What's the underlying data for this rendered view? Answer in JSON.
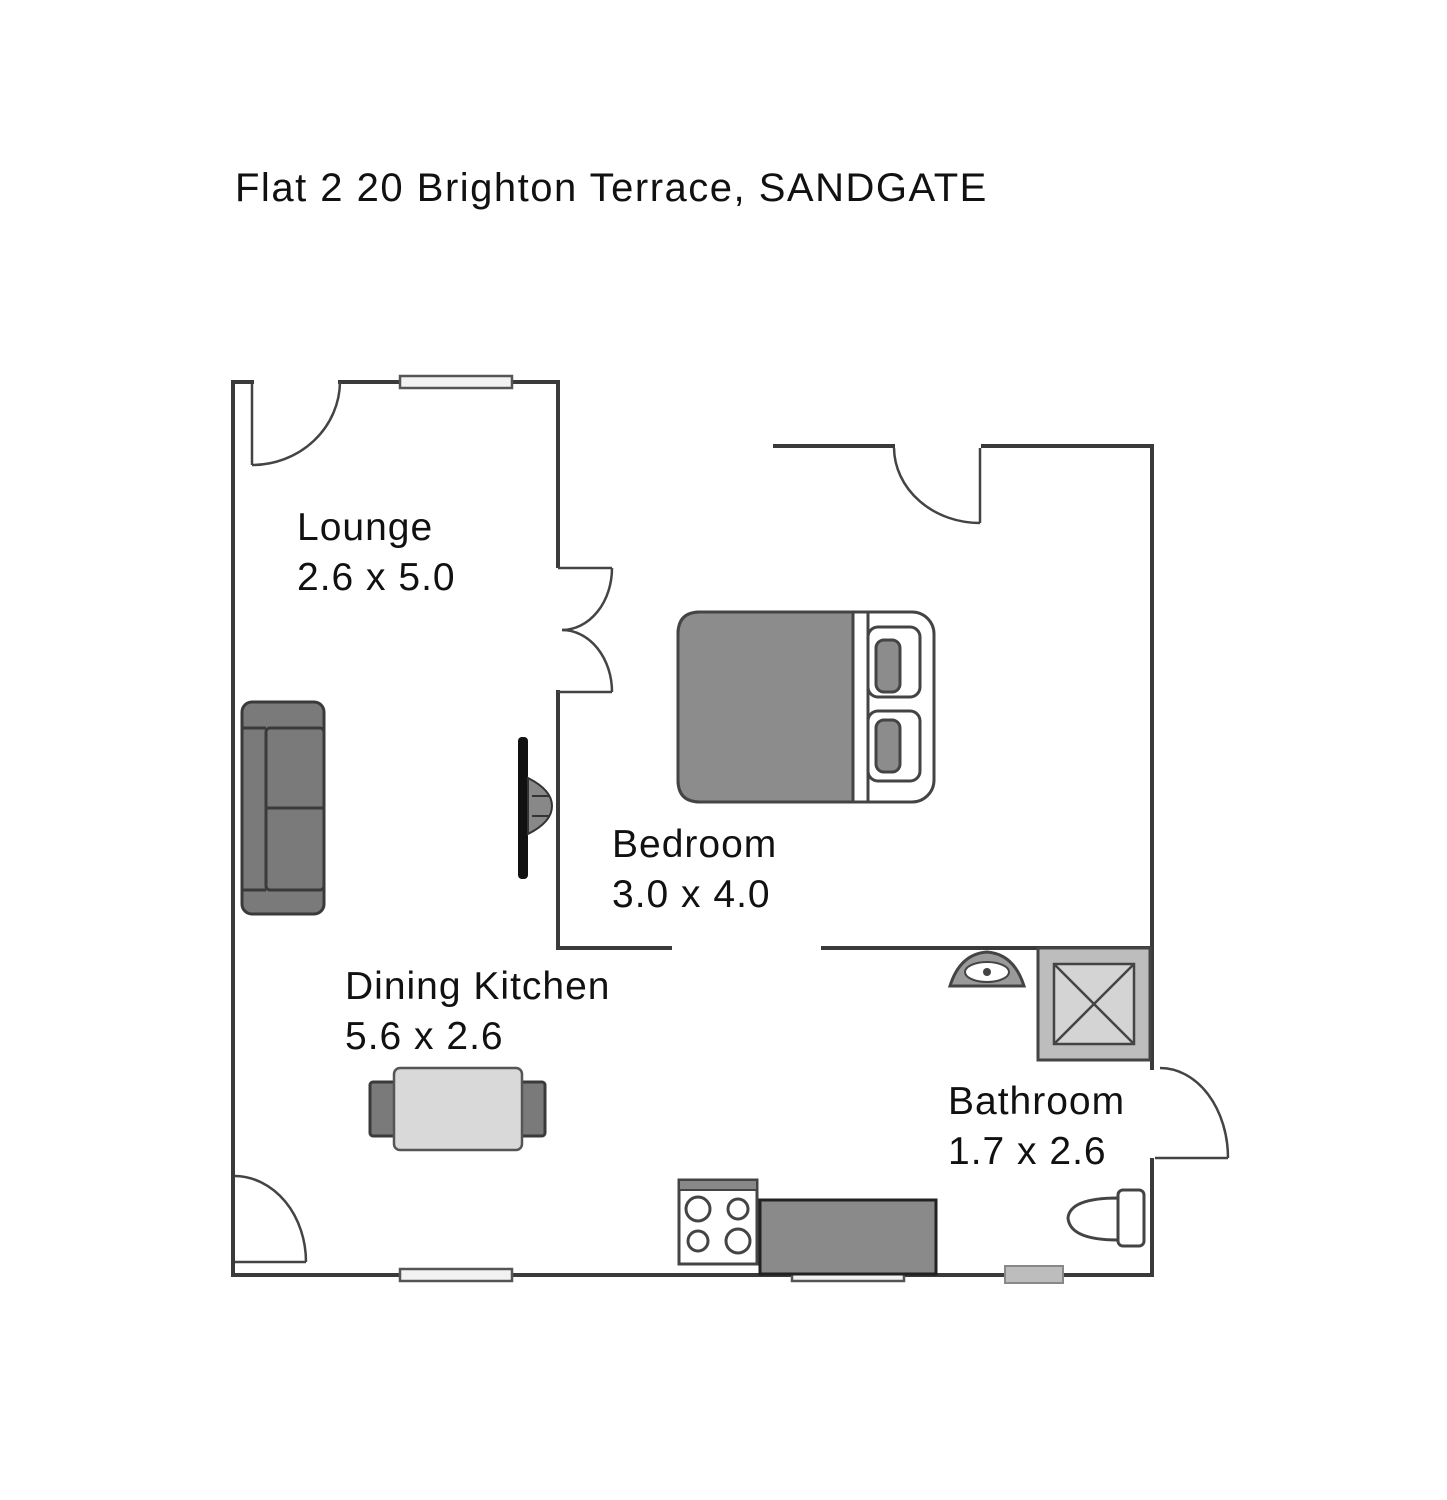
{
  "title": "Flat 2 20 Brighton Terrace, SANDGATE",
  "rooms": [
    {
      "name": "Lounge",
      "dims": "2.6 x 5.0"
    },
    {
      "name": "Bedroom",
      "dims": "3.0 x 4.0"
    },
    {
      "name": "Dining Kitchen",
      "dims": "5.6 x 2.6"
    },
    {
      "name": "Bathroom",
      "dims": "1.7 x 2.6"
    }
  ]
}
